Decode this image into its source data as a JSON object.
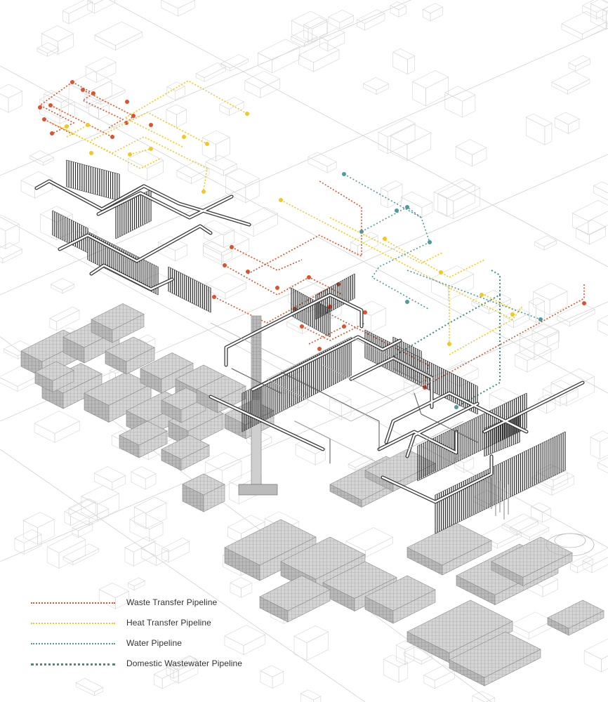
{
  "colors": {
    "waste": "#e0502c",
    "heat": "#f2c81e",
    "water": "#4f9aa0",
    "wastewater": "#3e8f8a",
    "pipe": "#3a3a3a",
    "pipe_fill": "#ffffff",
    "city_line": "#cfcfcf",
    "block_grey": "#bdbdbd"
  },
  "legend": {
    "items": [
      {
        "key": "waste",
        "label": "Waste Transfer Pipeline"
      },
      {
        "key": "heat",
        "label": "Heat Transfer Pipeline"
      },
      {
        "key": "water",
        "label": "Water Pipeline"
      },
      {
        "key": "wastewater",
        "label": "Domestic Wastewater Pipeline"
      }
    ]
  }
}
